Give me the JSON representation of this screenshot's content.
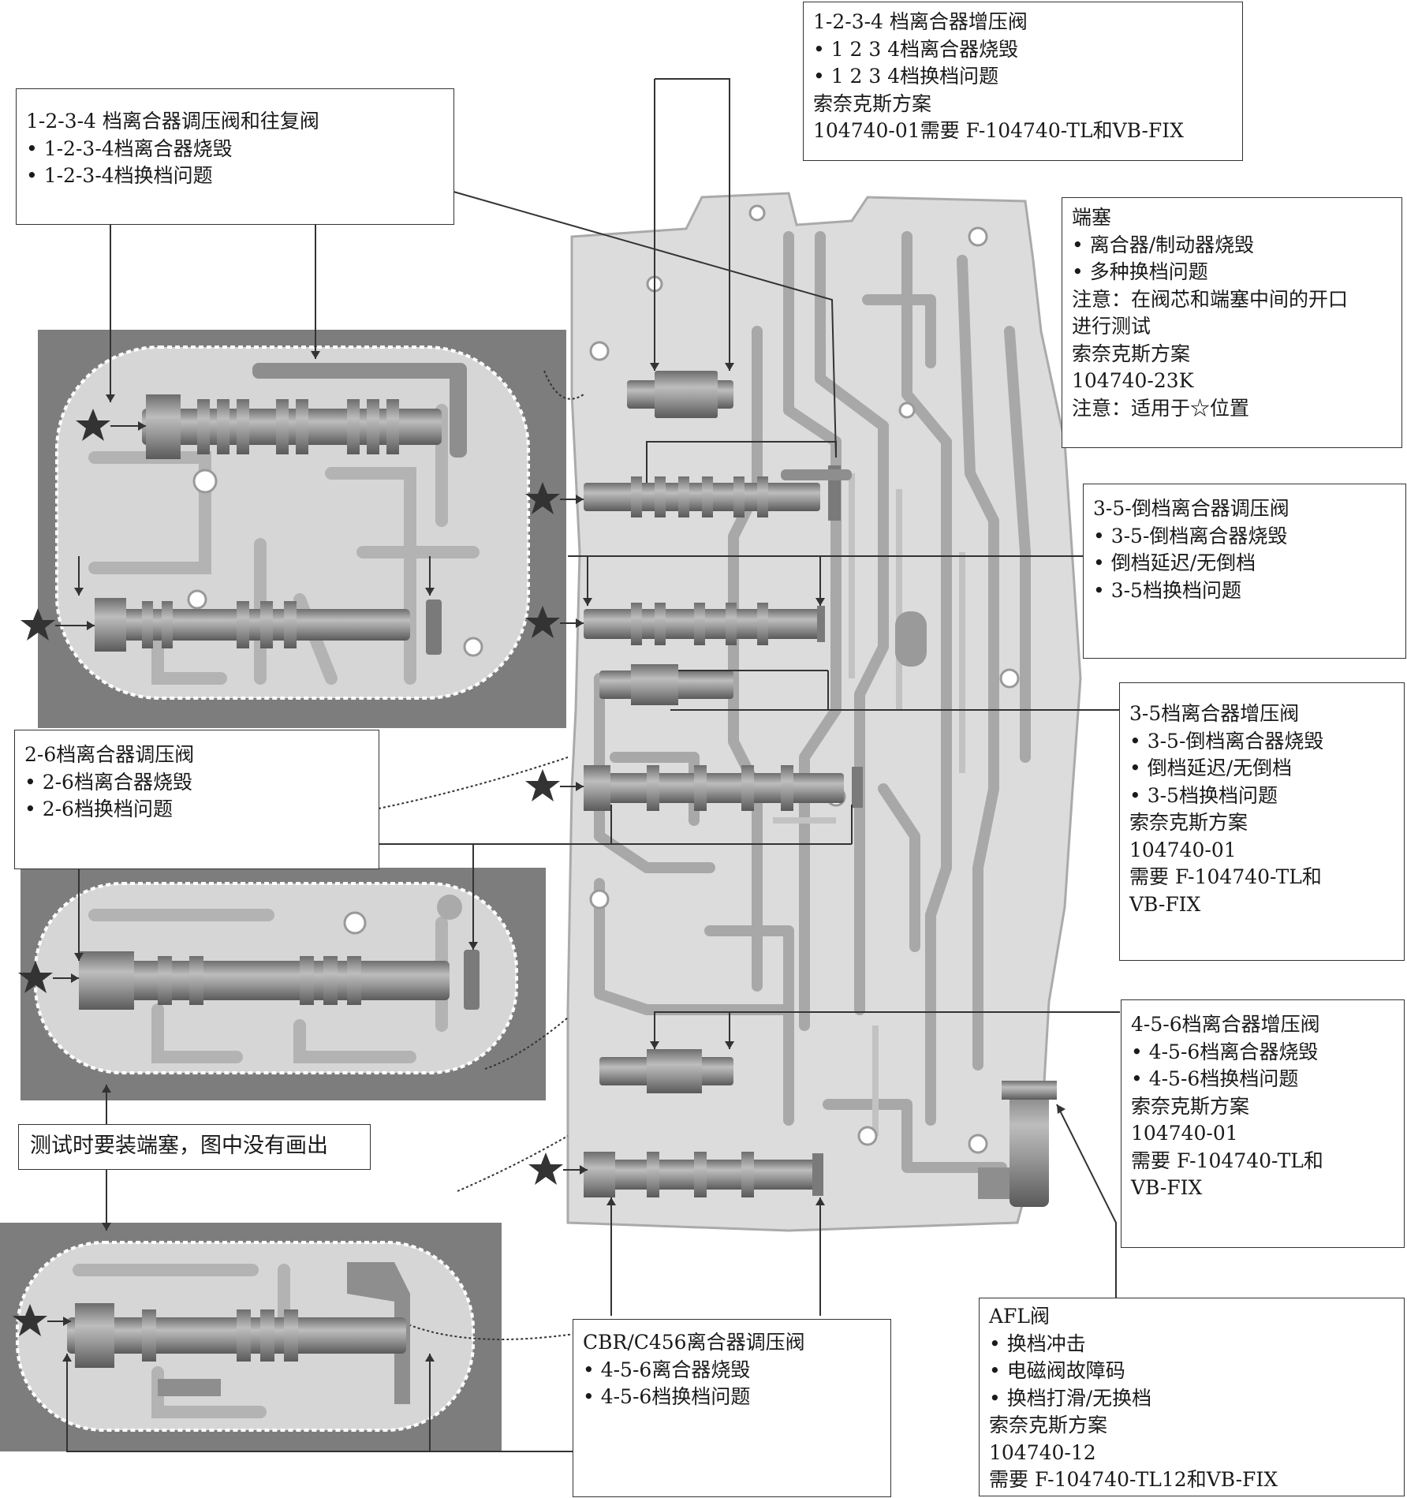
{
  "callouts": {
    "b1": {
      "title": "1-2-3-4 档离合器增压阀",
      "lines": [
        "1 2 3 4档离合器烧毁",
        "1 2 3 4档换档问题"
      ],
      "extra": [
        "索奈克斯方案",
        "104740-01需要 F-104740-TL和VB-FIX"
      ]
    },
    "b2": {
      "title": "1-2-3-4 档离合器调压阀和往复阀",
      "lines": [
        "1-2-3-4档离合器烧毁",
        "1-2-3-4档换档问题"
      ],
      "extra": []
    },
    "b3": {
      "title": "端塞",
      "lines": [
        "离合器/制动器烧毁",
        "多种换档问题"
      ],
      "extra": [
        "注意：在阀芯和端塞中间的开口",
        "进行测试",
        "索奈克斯方案",
        "104740-23K",
        "注意：适用于☆位置"
      ]
    },
    "b4": {
      "title": "3-5-倒档离合器调压阀",
      "lines": [
        "3-5-倒档离合器烧毁",
        "倒档延迟/无倒档",
        "3-5档换档问题"
      ],
      "extra": []
    },
    "b5": {
      "title": "3-5档离合器增压阀",
      "lines": [
        "3-5-倒档离合器烧毁",
        "倒档延迟/无倒档",
        "3-5档换档问题"
      ],
      "extra": [
        "索奈克斯方案",
        "104740-01",
        "需要 F-104740-TL和",
        "VB-FIX"
      ]
    },
    "b6": {
      "title": "2-6档离合器调压阀",
      "lines": [
        "2-6档离合器烧毁",
        "2-6档换档问题"
      ],
      "extra": []
    },
    "b7": {
      "title": "测试时要装端塞，图中没有画出",
      "lines": [],
      "extra": []
    },
    "b8": {
      "title": "4-5-6档离合器增压阀",
      "lines": [
        "4-5-6档离合器烧毁",
        "4-5-6档换档问题"
      ],
      "extra": [
        "索奈克斯方案",
        "104740-01",
        "需要 F-104740-TL和",
        "VB-FIX"
      ]
    },
    "b9": {
      "title": "CBR/C456离合器调压阀",
      "lines": [
        "4-5-6离合器烧毁",
        "4-5-6档换档问题"
      ],
      "extra": []
    },
    "b10": {
      "title": "AFL阀",
      "lines": [
        "换档冲击",
        "电磁阀故障码",
        "换档打滑/无换档"
      ],
      "extra": [
        "索奈克斯方案",
        "104740-12",
        "需要 F-104740-TL12和VB-FIX"
      ]
    }
  },
  "colors": {
    "panel": "#7d7d7d",
    "casting": "#d6d6d6",
    "channel": "#b3b3b3",
    "valve": "#8a8a8a",
    "star": "#333333"
  }
}
